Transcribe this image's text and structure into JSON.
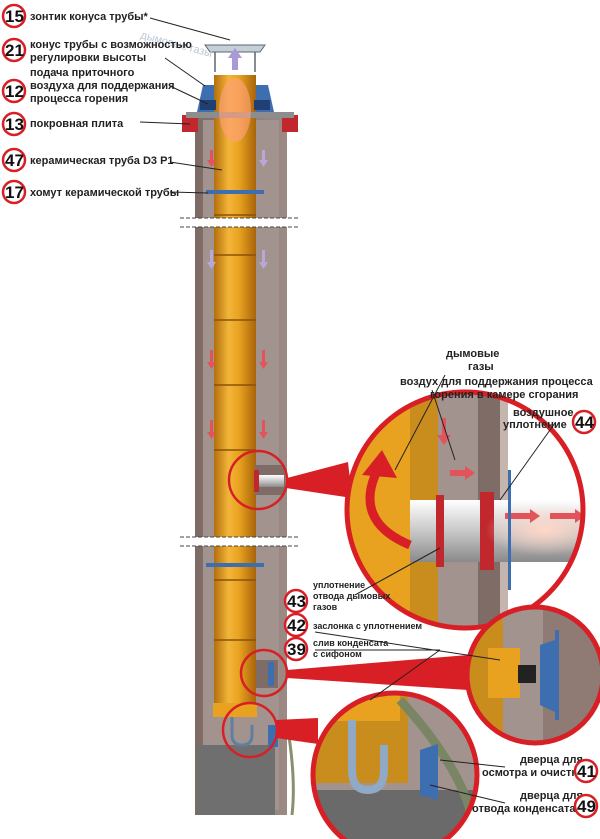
{
  "labels": {
    "l15": {
      "num": "15",
      "text": "зонтик конуса трубы*"
    },
    "l21": {
      "num": "21",
      "line1": "конус трубы с возможностью",
      "line2": "регулировки высоты"
    },
    "l12": {
      "num": "12",
      "line1": "подача приточного",
      "line2": "воздуха для поддержания",
      "line3": "процесса горения"
    },
    "l13": {
      "num": "13",
      "text": "покровная плита"
    },
    "l47": {
      "num": "47",
      "text": "керамическая труба D3 P1"
    },
    "l17": {
      "num": "17",
      "text": "хомут керамической трубы"
    },
    "l43": {
      "num": "43",
      "line1": "уплотнение",
      "line2": "отвода дымовых",
      "line3": "газов"
    },
    "l42": {
      "num": "42",
      "text": "заслонка с уплотнением"
    },
    "l39": {
      "num": "39",
      "line1": "слив конденсата",
      "line2": "с сифоном"
    },
    "l44": {
      "num": "44",
      "line1": "воздушное",
      "line2": "уплотнение"
    },
    "l41": {
      "num": "41",
      "line1": "дверца для",
      "line2": "осмотра и очистки"
    },
    "l49": {
      "num": "49",
      "line1": "дверца для",
      "line2": "отвода конденсата"
    },
    "smoke": {
      "line1": "дымовые",
      "line2": "газы"
    },
    "air": {
      "line1": "воздух для поддержания процесса",
      "line2": "горения в камере сгорания"
    },
    "watermark": "дымовые газы"
  },
  "colors": {
    "tube": "#e8a21f",
    "tube_dark": "#b36f0c",
    "wall": "#8f7a74",
    "wall_light": "#b8aaa5",
    "red": "#d81f26",
    "blue": "#3d6fb0",
    "cap": "#4a7fc0"
  }
}
